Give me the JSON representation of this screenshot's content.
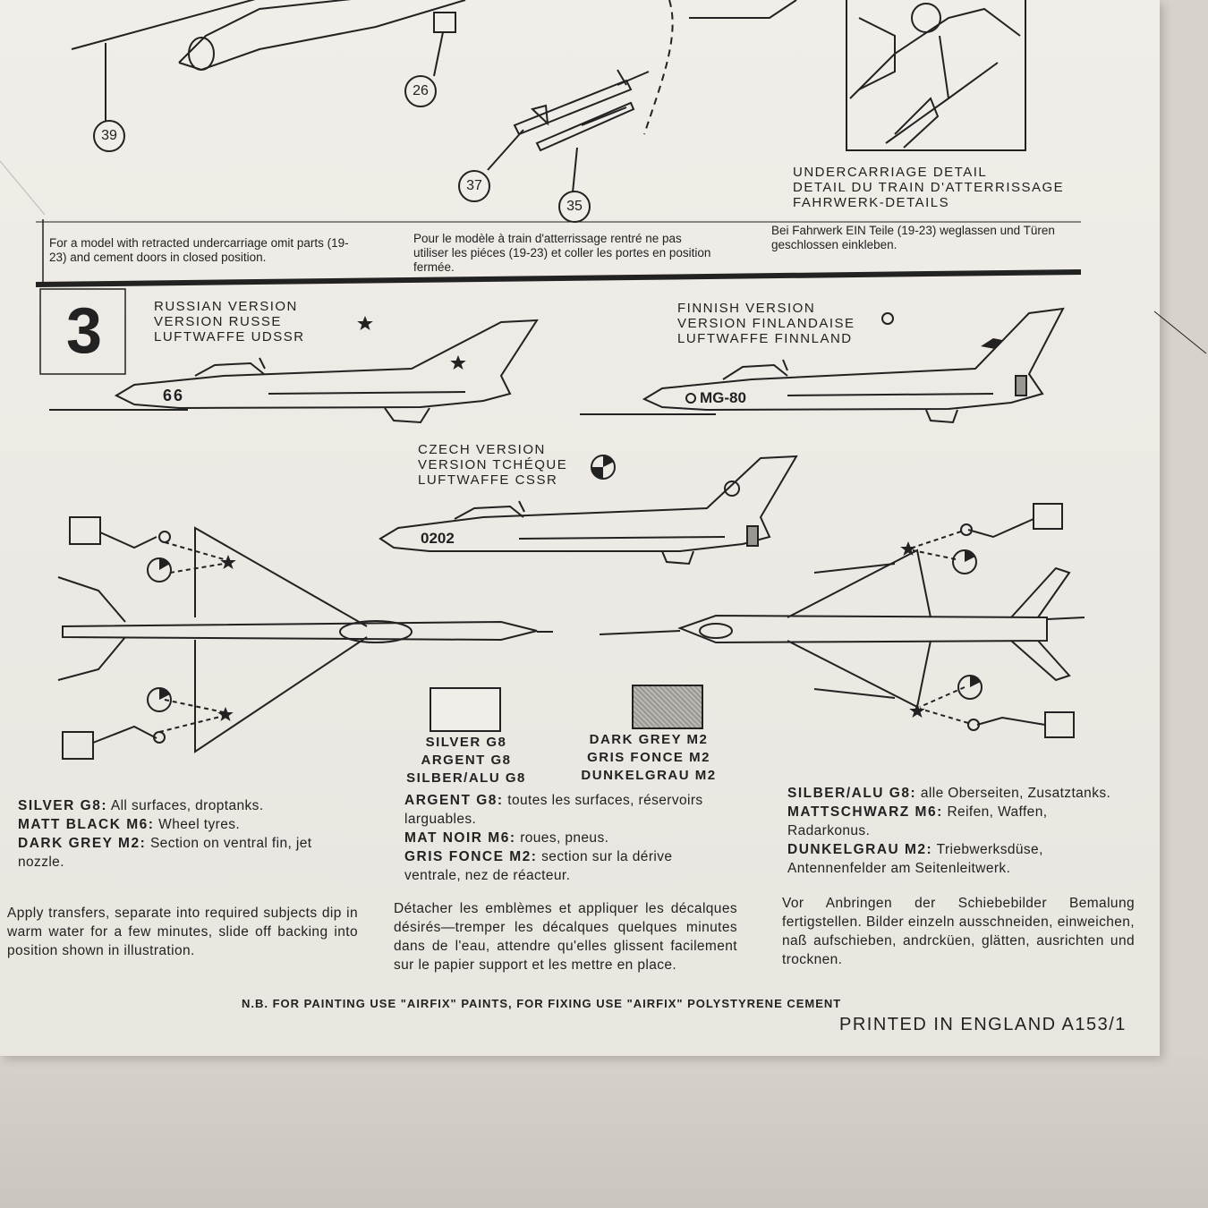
{
  "part_numbers": [
    "39",
    "26",
    "37",
    "35"
  ],
  "undercarriage": {
    "en": "UNDERCARRIAGE DETAIL",
    "fr": "DETAIL DU TRAIN D'ATTERRISSAGE",
    "de": "FAHRWERK-DETAILS"
  },
  "retracted_note": {
    "en": "For a model with retracted undercarriage omit parts (19-23) and cement doors in closed position.",
    "fr": "Pour le modèle à train d'atterrissage rentré ne pas utiliser les piéces (19-23) et coller les portes en position fermée.",
    "de": "Bei Fahrwerk EIN Teile (19-23) weglassen und Türen geschlossen einkleben."
  },
  "step_number": "3",
  "versions": {
    "russian": {
      "l1": "RUSSIAN VERSION",
      "l2": "VERSION RUSSE",
      "l3": "LUFTWAFFE UdSSR",
      "marking": "66"
    },
    "finnish": {
      "l1": "FINNISH VERSION",
      "l2": "VERSION FINLANDAISE",
      "l3": "LUFTWAFFE FINNLAND",
      "marking": "MG-80"
    },
    "czech": {
      "l1": "CZECH VERSION",
      "l2": "VERSION TCHÉQUE",
      "l3": "LUFTWAFFE CSSR",
      "marking": "0202"
    }
  },
  "swatches": {
    "silver": {
      "l1": "SILVER G8",
      "l2": "ARGENT G8",
      "l3": "SILBER/ALU G8",
      "color": "#f1ede8"
    },
    "dark_grey": {
      "l1": "DARK GREY M2",
      "l2": "GRIS FONCE M2",
      "l3": "DUNKELGRAU M2",
      "color": "#9a9792"
    }
  },
  "colour_notes": {
    "en": [
      {
        "label": "SILVER G8:",
        "text": " All surfaces, droptanks."
      },
      {
        "label": "MATT BLACK M6:",
        "text": " Wheel tyres."
      },
      {
        "label": "DARK GREY M2:",
        "text": " Section on ventral fin, jet nozzle."
      }
    ],
    "fr": [
      {
        "label": "ARGENT G8:",
        "text": " toutes les surfaces, réservoirs larguables."
      },
      {
        "label": "MAT NOIR M6:",
        "text": " roues, pneus."
      },
      {
        "label": "GRIS FONCE M2:",
        "text": " section sur la dérive ventrale, nez de réacteur."
      }
    ],
    "de": [
      {
        "label": "SILBER/ALU G8:",
        "text": " alle Oberseiten, Zusatztanks."
      },
      {
        "label": "MATTSCHWARZ M6:",
        "text": " Reifen, Waffen, Radarkonus."
      },
      {
        "label": "DUNKELGRAU M2:",
        "text": " Triebwerksdüse, Antennenfelder am Seitenleitwerk."
      }
    ]
  },
  "transfers": {
    "en": "Apply transfers, separate into required subjects dip in warm water for a few minutes, slide off backing into position shown in illustration.",
    "fr": "Détacher les emblèmes et appliquer les décalques désirés—tremper les décalques quelques minutes dans de l'eau, attendre qu'elles glissent facilement sur le papier support et les mettre en place.",
    "de": "Vor Anbringen der Schiebebilder Bemalung fertigstellen. Bilder einzeln ausschneiden, einweichen, naß aufschieben, andrcküen, glätten, ausrichten und trocknen."
  },
  "footer": {
    "nb": "N.B. FOR PAINTING USE \"AIRFIX\" PAINTS, FOR FIXING USE \"AIRFIX\" POLYSTYRENE CEMENT",
    "printed": "PRINTED IN ENGLAND A153/1"
  }
}
